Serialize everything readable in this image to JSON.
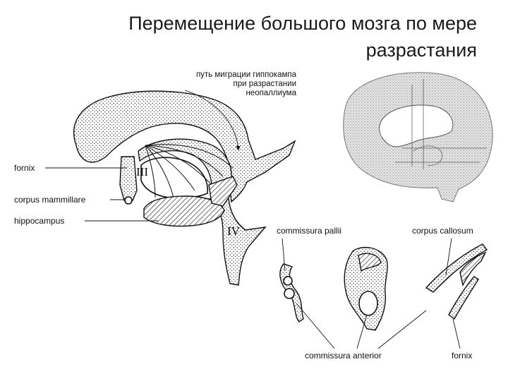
{
  "title": {
    "line1": "Перемещение большого мозга по мере",
    "line2": "разрастания"
  },
  "main_diagram": {
    "migration_note": {
      "line1": "путь миграции гиппокампа",
      "line2": "при разрастании",
      "line3": "неопаллиума"
    },
    "labels": {
      "fornix": "fornix",
      "corpus_mammillare": "corpus mammillare",
      "hippocampus": "hippocampus"
    },
    "ventricles": {
      "third": "III",
      "fourth": "IV"
    }
  },
  "sections": {
    "commissura_pallii": "commissura pallii",
    "corpus_callosum": "corpus callosum",
    "commissura_anterior": "commissura anterior",
    "fornix": "fornix"
  }
}
